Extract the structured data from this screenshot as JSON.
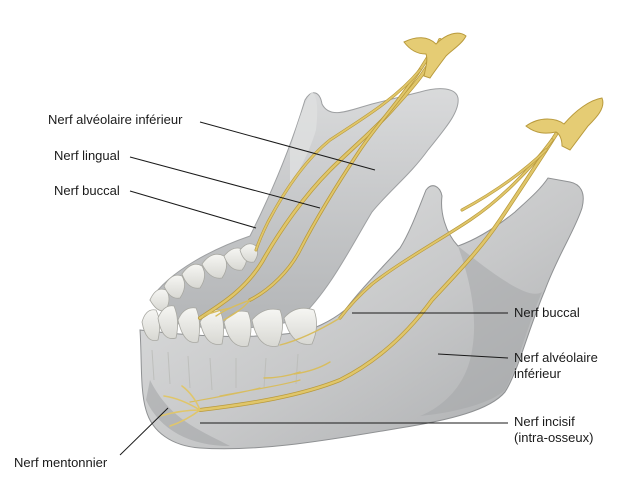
{
  "labels": {
    "inferior_alveolar_left": "Nerf alvéolaire inférieur",
    "lingual": "Nerf lingual",
    "buccal_left": "Nerf buccal",
    "buccal_right": "Nerf buccal",
    "inferior_alveolar_right": "Nerf alvéolaire\ninférieur",
    "incisive": "Nerf incisif\n(intra-osseux)",
    "mental": "Nerf mentonnier"
  },
  "colors": {
    "bone": "#c9cacb",
    "bone_shadow": "#9ea0a2",
    "bone_light": "#e6e7e7",
    "tooth": "#efefec",
    "nerve": "#e0c66a",
    "nerve_dark": "#b99a3c",
    "leader": "#1a1a1a"
  }
}
